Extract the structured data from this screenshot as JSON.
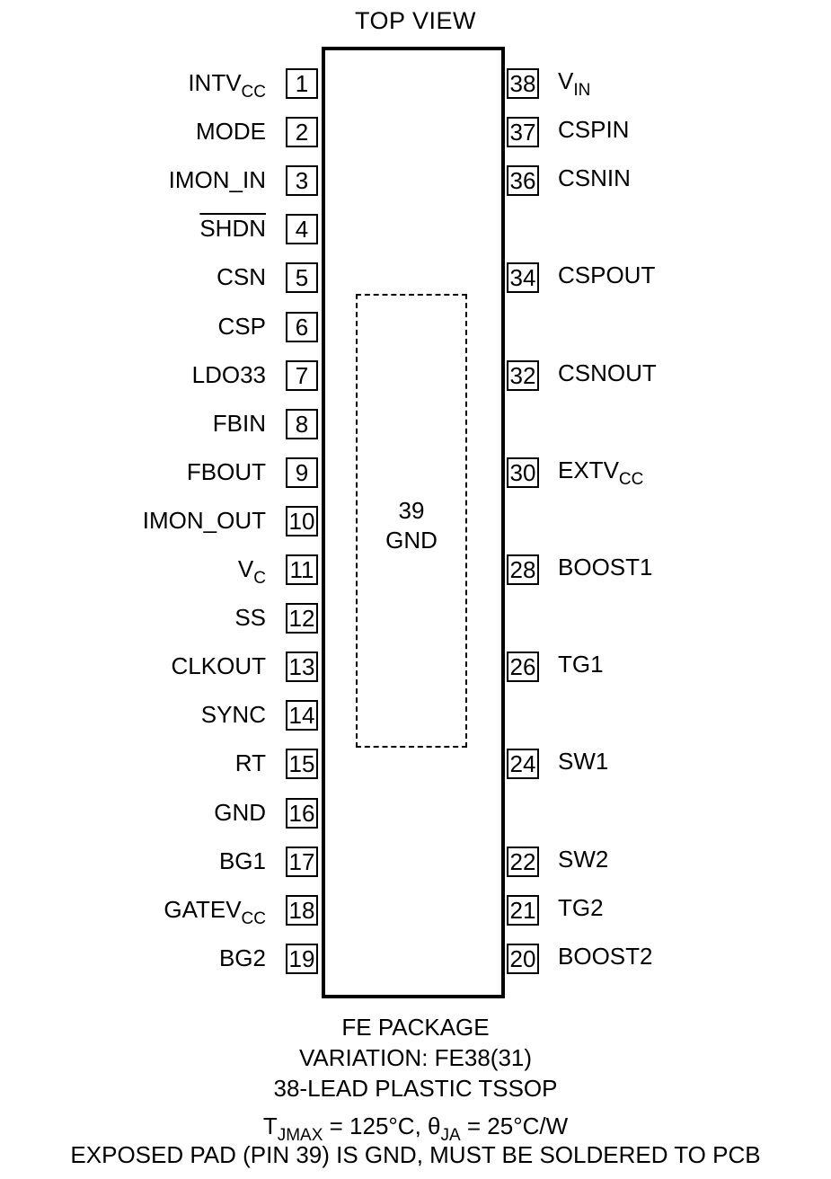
{
  "title": "TOP VIEW",
  "exposed_pad": {
    "number": "39",
    "name": "GND"
  },
  "left_pins": [
    {
      "num": "1",
      "name": "INTV",
      "sub": "CC",
      "overline": false
    },
    {
      "num": "2",
      "name": "MODE",
      "sub": "",
      "overline": false
    },
    {
      "num": "3",
      "name": "IMON_IN",
      "sub": "",
      "overline": false
    },
    {
      "num": "4",
      "name": "SHDN",
      "sub": "",
      "overline": true
    },
    {
      "num": "5",
      "name": "CSN",
      "sub": "",
      "overline": false
    },
    {
      "num": "6",
      "name": "CSP",
      "sub": "",
      "overline": false
    },
    {
      "num": "7",
      "name": "LDO33",
      "sub": "",
      "overline": false
    },
    {
      "num": "8",
      "name": "FBIN",
      "sub": "",
      "overline": false
    },
    {
      "num": "9",
      "name": "FBOUT",
      "sub": "",
      "overline": false
    },
    {
      "num": "10",
      "name": "IMON_OUT",
      "sub": "",
      "overline": false
    },
    {
      "num": "11",
      "name": "V",
      "sub": "C",
      "overline": false
    },
    {
      "num": "12",
      "name": "SS",
      "sub": "",
      "overline": false
    },
    {
      "num": "13",
      "name": "CLKOUT",
      "sub": "",
      "overline": false
    },
    {
      "num": "14",
      "name": "SYNC",
      "sub": "",
      "overline": false
    },
    {
      "num": "15",
      "name": "RT",
      "sub": "",
      "overline": false
    },
    {
      "num": "16",
      "name": "GND",
      "sub": "",
      "overline": false
    },
    {
      "num": "17",
      "name": "BG1",
      "sub": "",
      "overline": false
    },
    {
      "num": "18",
      "name": "GATEV",
      "sub": "CC",
      "overline": false
    },
    {
      "num": "19",
      "name": "BG2",
      "sub": "",
      "overline": false
    }
  ],
  "right_pins": [
    {
      "num": "38",
      "name": "V",
      "sub": "IN",
      "slot": 0
    },
    {
      "num": "37",
      "name": "CSPIN",
      "sub": "",
      "slot": 1
    },
    {
      "num": "36",
      "name": "CSNIN",
      "sub": "",
      "slot": 2
    },
    {
      "num": "34",
      "name": "CSPOUT",
      "sub": "",
      "slot": 4
    },
    {
      "num": "32",
      "name": "CSNOUT",
      "sub": "",
      "slot": 6
    },
    {
      "num": "30",
      "name": "EXTV",
      "sub": "CC",
      "slot": 8
    },
    {
      "num": "28",
      "name": "BOOST1",
      "sub": "",
      "slot": 10
    },
    {
      "num": "26",
      "name": "TG1",
      "sub": "",
      "slot": 12
    },
    {
      "num": "24",
      "name": "SW1",
      "sub": "",
      "slot": 14
    },
    {
      "num": "22",
      "name": "SW2",
      "sub": "",
      "slot": 16
    },
    {
      "num": "21",
      "name": "TG2",
      "sub": "",
      "slot": 17
    },
    {
      "num": "20",
      "name": "BOOST2",
      "sub": "",
      "slot": 18
    }
  ],
  "footer": {
    "line1": "FE PACKAGE",
    "line2": "VARIATION: FE38(31)",
    "line3": "38-LEAD PLASTIC TSSOP",
    "thermal": {
      "t": "T",
      "t_sub": "JMAX",
      "t_value": " = 125°C, θ",
      "theta_sub": "JA",
      "theta_value": " = 25°C/W"
    },
    "line5": "EXPOSED PAD (PIN 39) IS GND, MUST BE SOLDERED TO PCB"
  }
}
